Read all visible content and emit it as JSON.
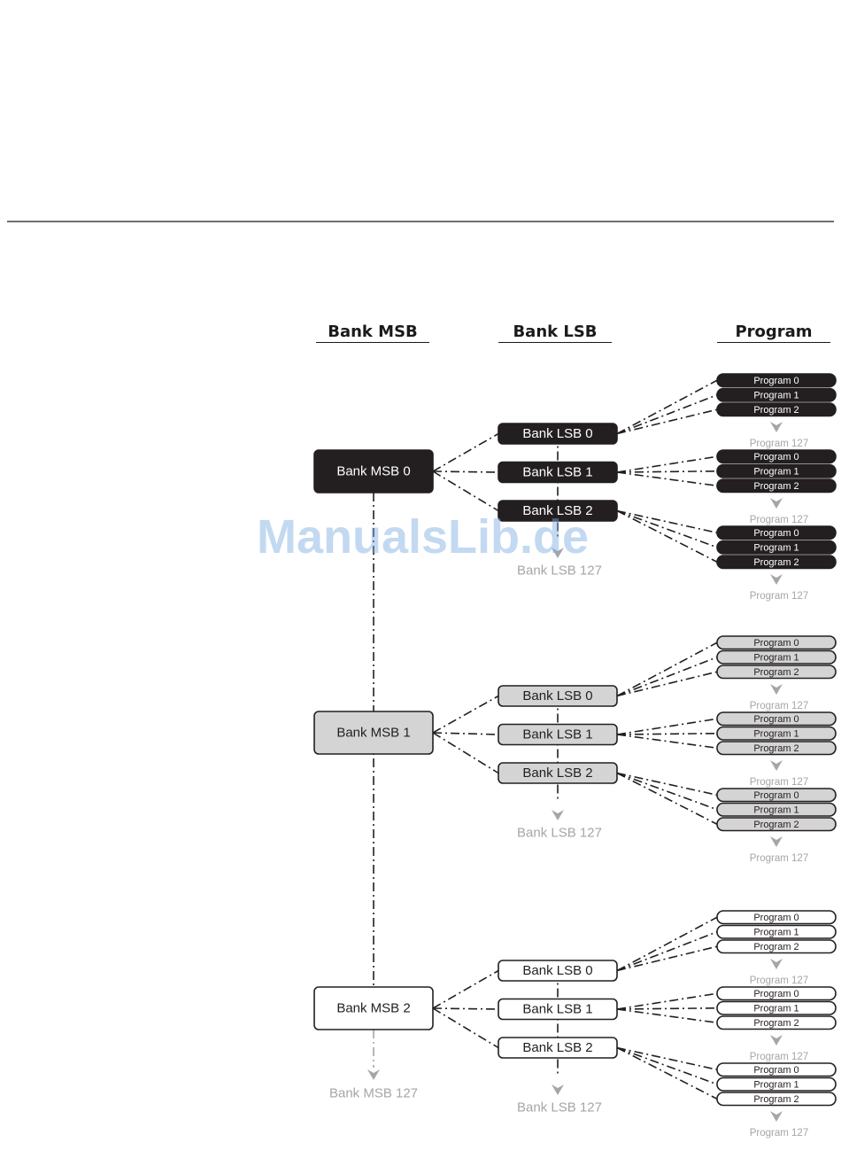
{
  "headers": {
    "msb": "Bank MSB",
    "lsb": "Bank LSB",
    "program": "Program"
  },
  "watermark": "ManualsLib.de",
  "styles": {
    "dark": {
      "fill": "#231f20",
      "stroke": "#231f20",
      "text": "#ffffff"
    },
    "gray": {
      "fill": "#d4d4d4",
      "stroke": "#231f20",
      "text": "#231f20"
    },
    "white": {
      "fill": "#ffffff",
      "stroke": "#231f20",
      "text": "#231f20"
    }
  },
  "ellipsis_color": "#a6a6a6",
  "groups": [
    {
      "msb": "Bank MSB 0",
      "style": "dark",
      "lsbs": [
        {
          "label": "Bank LSB 0",
          "programs": [
            "Program 0",
            "Program 1",
            "Program 2"
          ],
          "more": "Program 127"
        },
        {
          "label": "Bank LSB 1",
          "programs": [
            "Program 0",
            "Program 1",
            "Program 2"
          ],
          "more": "Program 127"
        },
        {
          "label": "Bank LSB 2",
          "programs": [
            "Program 0",
            "Program 1",
            "Program 2"
          ],
          "more": "Program 127"
        }
      ],
      "lsb_more": "Bank LSB 127"
    },
    {
      "msb": "Bank MSB 1",
      "style": "gray",
      "lsbs": [
        {
          "label": "Bank LSB 0",
          "programs": [
            "Program 0",
            "Program 1",
            "Program 2"
          ],
          "more": "Program 127"
        },
        {
          "label": "Bank LSB 1",
          "programs": [
            "Program 0",
            "Program 1",
            "Program 2"
          ],
          "more": "Program 127"
        },
        {
          "label": "Bank LSB 2",
          "programs": [
            "Program 0",
            "Program 1",
            "Program 2"
          ],
          "more": "Program 127"
        }
      ],
      "lsb_more": "Bank LSB 127"
    },
    {
      "msb": "Bank MSB 2",
      "style": "white",
      "lsbs": [
        {
          "label": "Bank LSB 0",
          "programs": [
            "Program 0",
            "Program 1",
            "Program 2"
          ],
          "more": "Program 127"
        },
        {
          "label": "Bank LSB 1",
          "programs": [
            "Program 0",
            "Program 1",
            "Program 2"
          ],
          "more": "Program 127"
        },
        {
          "label": "Bank LSB 2",
          "programs": [
            "Program 0",
            "Program 1",
            "Program 2"
          ],
          "more": "Program 127"
        }
      ],
      "lsb_more": "Bank LSB 127"
    }
  ],
  "msb_more": "Bank MSB 127"
}
